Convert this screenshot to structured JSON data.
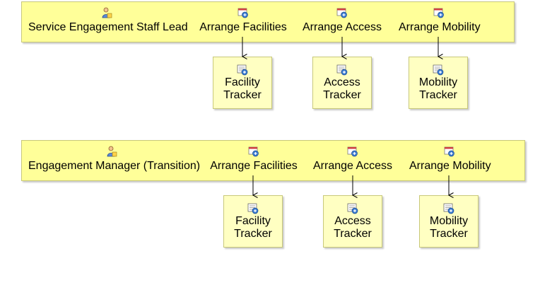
{
  "swimlanes": [
    {
      "role": "Service Engagement Staff Lead",
      "role_icon": "person-role-icon",
      "activities": [
        {
          "label": "Arrange Facilities",
          "icon": "activity-icon",
          "tracker": "Facility\nTracker"
        },
        {
          "label": "Arrange Access",
          "icon": "activity-icon",
          "tracker": "Access\nTracker"
        },
        {
          "label": "Arrange Mobility",
          "icon": "activity-icon",
          "tracker": "Mobility\nTracker"
        }
      ]
    },
    {
      "role": "Engagement Manager (Transition)",
      "role_icon": "person-role-icon",
      "activities": [
        {
          "label": "Arrange Facilities",
          "icon": "activity-icon",
          "tracker": "Facility\nTracker"
        },
        {
          "label": "Arrange Access",
          "icon": "activity-icon",
          "tracker": "Access\nTracker"
        },
        {
          "label": "Arrange Mobility",
          "icon": "activity-icon",
          "tracker": "Mobility\nTracker"
        }
      ]
    }
  ],
  "colors": {
    "band_fill": "#ffff99",
    "tracker_fill": "#ffffc2",
    "border": "#c8c87a",
    "connector": "#000000"
  }
}
